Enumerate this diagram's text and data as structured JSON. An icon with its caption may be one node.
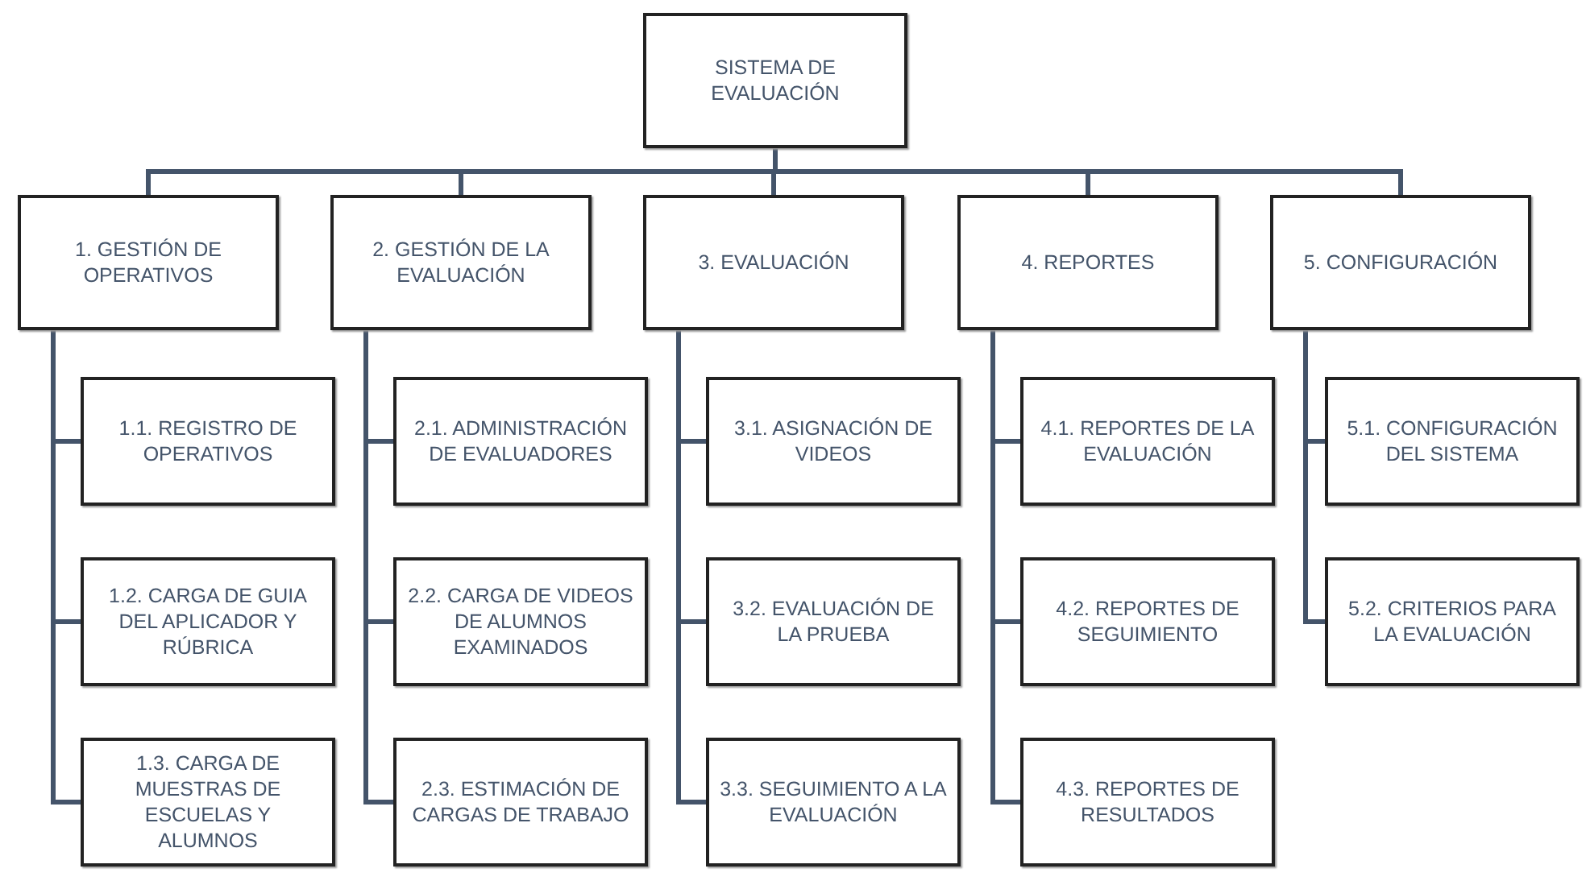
{
  "diagram": {
    "nodes": [
      {
        "text": [
          "SISTEMA DE EVALUACIÓN"
        ]
      },
      {
        "text": [
          "1. GESTIÓN DE OPERATIVOS"
        ]
      },
      {
        "text": [
          "1.1. REGISTRO DE OPERATIVOS"
        ]
      },
      {
        "text": [
          "1.2. CARGA DE GUIA DEL APLICADOR Y RÚBRICA"
        ]
      },
      {
        "text": [
          "1.3. CARGA DE MUESTRAS DE ESCUELAS Y ALUMNOS"
        ]
      },
      {
        "text": [
          "2. GESTIÓN DE LA EVALUACIÓN"
        ]
      },
      {
        "text": [
          "2.1. ADMINISTRACIÓN DE EVALUADORES"
        ]
      },
      {
        "text": [
          "2.2. CARGA DE VIDEOS DE ALUMNOS EXAMINADOS"
        ]
      },
      {
        "text": [
          "2.3. ESTIMACIÓN DE CARGAS DE TRABAJO"
        ]
      },
      {
        "text": [
          "3. EVALUACIÓN"
        ]
      },
      {
        "text": [
          "3.1. ASIGNACIÓN DE VIDEOS"
        ]
      },
      {
        "text": [
          "3.2. EVALUACIÓN DE LA PRUEBA"
        ]
      },
      {
        "text": [
          "3.3. SEGUIMIENTO A LA EVALUACIÓN"
        ]
      },
      {
        "text": [
          "4. REPORTES"
        ]
      },
      {
        "text": [
          "4.1. REPORTES DE LA EVALUACIÓN"
        ]
      },
      {
        "text": [
          "4.2. REPORTES DE SEGUIMIENTO"
        ]
      },
      {
        "text": [
          "4.3. REPORTES DE RESULTADOS"
        ]
      },
      {
        "text": [
          "5. CONFIGURACIÓN"
        ]
      },
      {
        "text": [
          "5.1. CONFIGURACIÓN DEL SISTEMA"
        ]
      },
      {
        "text": [
          "5.2. CRITERIOS PARA LA EVALUACIÓN"
        ]
      }
    ],
    "edges": [
      {
        "from": 0,
        "to": 1,
        "arrow": "none"
      },
      {
        "from": 0,
        "to": 5,
        "arrow": "none"
      },
      {
        "from": 0,
        "to": 9,
        "arrow": "none"
      },
      {
        "from": 0,
        "to": 13,
        "arrow": "none"
      },
      {
        "from": 0,
        "to": 17,
        "arrow": "none"
      },
      {
        "from": 1,
        "to": 2,
        "arrow": "none"
      },
      {
        "from": 1,
        "to": 3,
        "arrow": "none"
      },
      {
        "from": 1,
        "to": 4,
        "arrow": "none"
      },
      {
        "from": 5,
        "to": 6,
        "arrow": "none"
      },
      {
        "from": 5,
        "to": 7,
        "arrow": "none"
      },
      {
        "from": 5,
        "to": 8,
        "arrow": "none"
      },
      {
        "from": 9,
        "to": 10,
        "arrow": "none"
      },
      {
        "from": 9,
        "to": 11,
        "arrow": "none"
      },
      {
        "from": 9,
        "to": 12,
        "arrow": "none"
      },
      {
        "from": 13,
        "to": 14,
        "arrow": "none"
      },
      {
        "from": 13,
        "to": 15,
        "arrow": "none"
      },
      {
        "from": 13,
        "to": 16,
        "arrow": "none"
      },
      {
        "from": 17,
        "to": 18,
        "arrow": "none"
      },
      {
        "from": 17,
        "to": 19,
        "arrow": "none"
      }
    ]
  }
}
